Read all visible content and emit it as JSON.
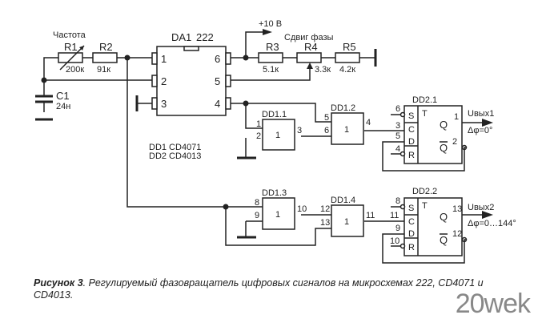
{
  "labels": {
    "freq": "Частота",
    "r1": "R1",
    "r1_val": "200к",
    "r2": "R2",
    "r2_val": "91к",
    "c1": "C1",
    "c1_val": "24н",
    "da1": "DA1",
    "da1_type": "222",
    "vcc": "+10 В",
    "phase": "Сдвиг фазы",
    "r3": "R3",
    "r3_val": "5.1к",
    "r4": "R4",
    "r4_val": "3.3к",
    "r5": "R5",
    "r5_val": "4.2к",
    "dd1_note": "DD1  CD4071",
    "dd2_note": "DD2  CD4013",
    "dd11": "DD1.1",
    "dd12": "DD1.2",
    "dd13": "DD1.3",
    "dd14": "DD1.4",
    "dd21": "DD2.1",
    "dd22": "DD2.2",
    "or": "1",
    "out1": "Uвых1",
    "phase1": "Δφ=0°",
    "out2": "Uвых2",
    "phase2": "Δφ=0…144°",
    "ff_t": "T",
    "ff_s": "S",
    "ff_c": "C",
    "ff_d": "D",
    "ff_r": "R",
    "ff_q": "Q"
  },
  "da1_pins": {
    "p1": "1",
    "p2": "2",
    "p3": "3",
    "p4": "4",
    "p5": "5",
    "p6": "6"
  },
  "dd11_pins": {
    "a": "1",
    "b": "2",
    "y": "3"
  },
  "dd12_pins": {
    "a": "5",
    "b": "6",
    "y": "4"
  },
  "dd13_pins": {
    "a": "8",
    "b": "9",
    "y": "10"
  },
  "dd14_pins": {
    "a": "12",
    "b": "13",
    "y": "11"
  },
  "dd21_pins": {
    "s": "6",
    "c": "3",
    "d": "5",
    "r": "4",
    "q": "1",
    "nq": "2"
  },
  "dd22_pins": {
    "s": "8",
    "c": "11",
    "d": "9",
    "r": "10",
    "q": "13",
    "nq": "12"
  },
  "caption": {
    "bold": "Рисунок 3",
    "text": ". Регулируемый фазовращатель цифровых сигналов на микросхемах 222, CD4071 и CD4013."
  },
  "watermark": "20wek"
}
